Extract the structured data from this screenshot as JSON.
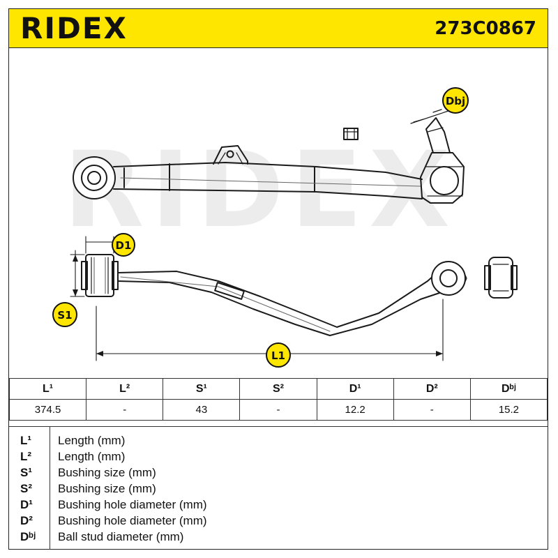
{
  "header": {
    "brand": "RIDEX",
    "part_number": "273C0867"
  },
  "drawing": {
    "watermark": "RIDEX",
    "labels": {
      "dbj": "Dbj",
      "d1": "D1",
      "s1": "S1",
      "l1": "L1"
    },
    "accent_color": "#ffe600"
  },
  "specs": {
    "headers": [
      "L¹",
      "L²",
      "S¹",
      "S²",
      "D¹",
      "D²",
      "Dᵇʲ"
    ],
    "values": [
      "374.5",
      "-",
      "43",
      "-",
      "12.2",
      "-",
      "15.2"
    ]
  },
  "legend": [
    {
      "code": "L¹",
      "desc": "Length (mm)"
    },
    {
      "code": "L²",
      "desc": "Length (mm)"
    },
    {
      "code": "S¹",
      "desc": "Bushing size (mm)"
    },
    {
      "code": "S²",
      "desc": "Bushing size (mm)"
    },
    {
      "code": "D¹",
      "desc": "Bushing hole diameter (mm)"
    },
    {
      "code": "D²",
      "desc": "Bushing hole diameter (mm)"
    },
    {
      "code": "Dᵇʲ",
      "desc": "Ball stud diameter (mm)"
    }
  ]
}
